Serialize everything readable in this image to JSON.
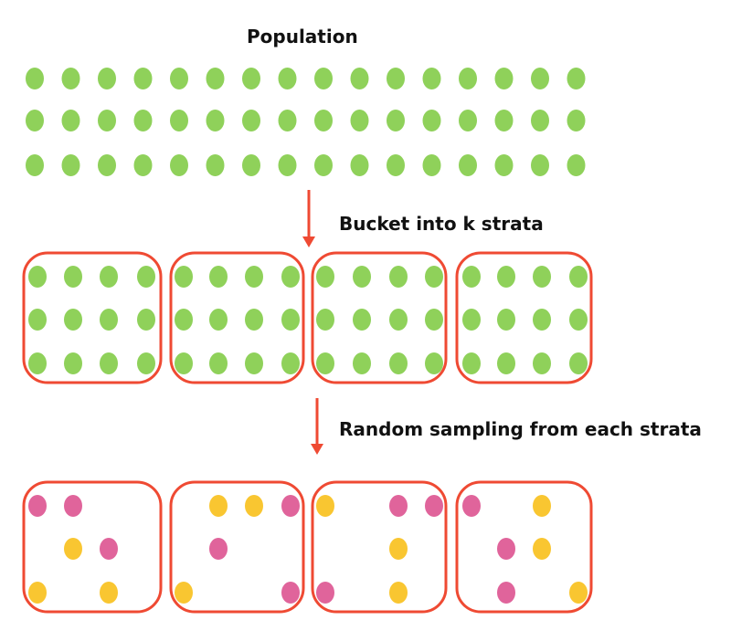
{
  "title": "Population",
  "step1_label": "Bucket into k strata",
  "step2_label": "Random sampling from each strata",
  "colors": {
    "population": "#8fd15a",
    "box": "#ef4a33",
    "arrow": "#ef4a33",
    "pink": "#e0649b",
    "yellow": "#f9c631"
  },
  "population": {
    "rows": 3,
    "cols": 16
  },
  "strata": {
    "count": 4,
    "rows": 3,
    "cols": 4
  },
  "samples": [
    [
      [
        "pink",
        "pink",
        null,
        null
      ],
      [
        null,
        "yellow",
        "pink",
        null
      ],
      [
        "yellow",
        null,
        "yellow",
        null
      ]
    ],
    [
      [
        null,
        "yellow",
        "yellow",
        "pink"
      ],
      [
        null,
        "pink",
        null,
        null
      ],
      [
        "yellow",
        null,
        null,
        "pink"
      ]
    ],
    [
      [
        "yellow",
        null,
        "pink",
        "pink"
      ],
      [
        null,
        null,
        "yellow",
        null
      ],
      [
        "pink",
        null,
        "yellow",
        null
      ]
    ],
    [
      [
        "pink",
        null,
        "yellow",
        null
      ],
      [
        null,
        "pink",
        "yellow",
        null
      ],
      [
        null,
        "pink",
        null,
        "yellow"
      ]
    ]
  ]
}
